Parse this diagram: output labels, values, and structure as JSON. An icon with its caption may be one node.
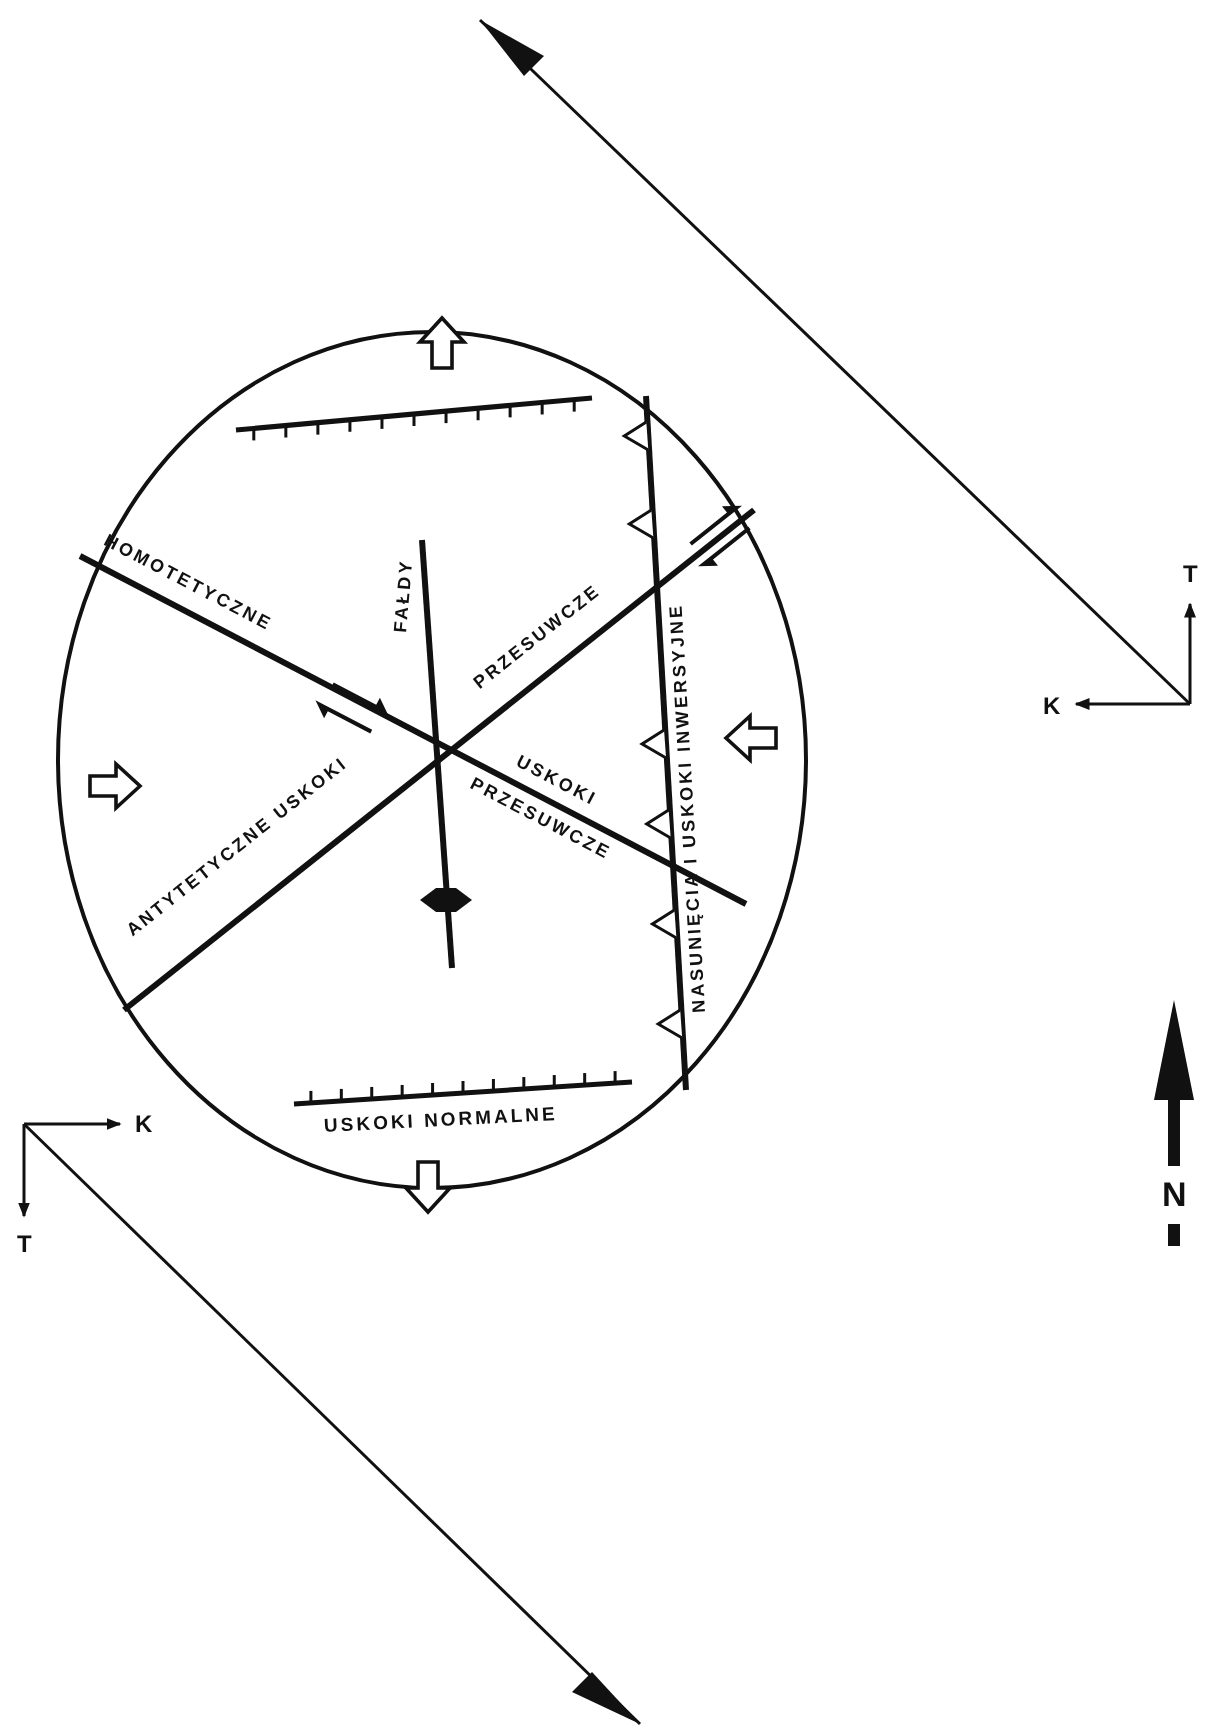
{
  "diagram": {
    "labels": [
      "HOMOTETYCZNE",
      "FAŁDY",
      "PRZESUWCZE",
      "USKOKI",
      "PRZESUWCZE",
      "ANTYTETYCZNE USKOKI",
      "NASUNIĘCIA I USKOKI INWERSYJNE",
      "USKOKI NORMALNE",
      "T",
      "K",
      "K",
      "T",
      "N"
    ]
  }
}
